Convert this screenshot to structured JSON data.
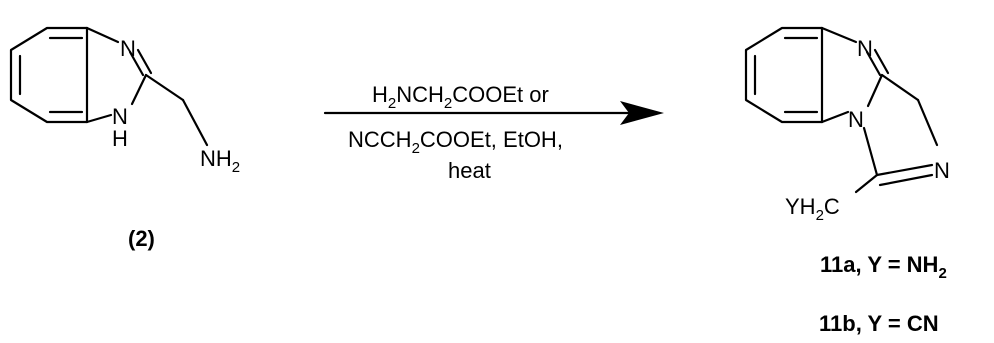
{
  "reactant": {
    "atoms": {
      "n_top": "N",
      "nh_n": "N",
      "nh_h": "H",
      "nh2_main": "NH",
      "nh2_sub": "2"
    },
    "caption": "(2)"
  },
  "arrow": {
    "cond1_a": "H",
    "cond1_a_sub": "2",
    "cond1_b": "NCH",
    "cond1_b_sub": "2",
    "cond1_c": "COOEt or",
    "cond2_a": "NCCH",
    "cond2_a_sub": "2",
    "cond2_b": "COOEt, EtOH,",
    "cond3": "heat"
  },
  "product": {
    "atoms": {
      "n_top": "N",
      "n_bridge": "N",
      "n_right": "N",
      "y_main": "YH",
      "y_sub": "2",
      "y_c": "C"
    },
    "caption_a_text": "11a, Y = NH",
    "caption_a_sub": "2",
    "caption_b_text": "11b, Y = CN"
  }
}
